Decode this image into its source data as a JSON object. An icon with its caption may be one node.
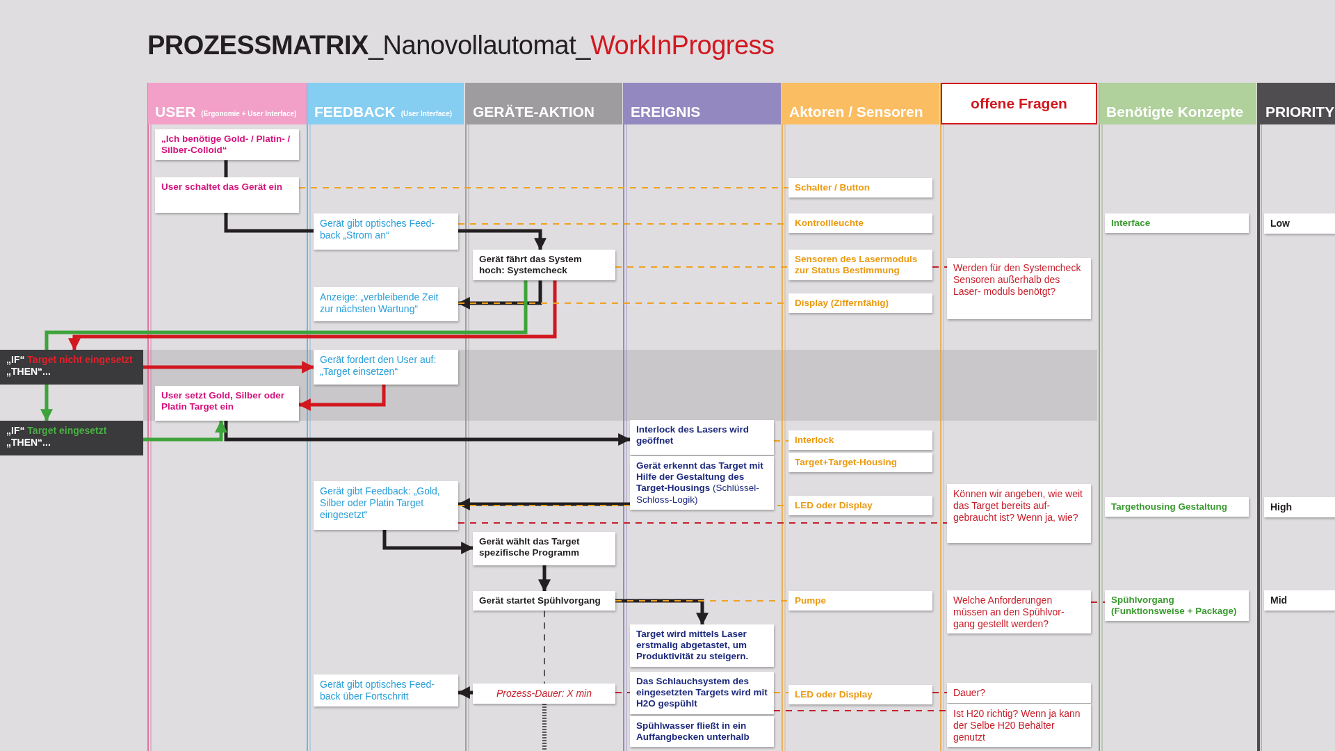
{
  "diagram": {
    "title": "**PROZESSMATRIX**_Nanovollautomat_WorkInProgress",
    "nodes": [
      {
        "text": [
          "USER",
          "(Ergonomie + User Interface)"
        ]
      },
      {
        "text": [
          "FEEDBACK",
          "(User Interface)"
        ]
      },
      {
        "text": [
          "GERÄTE-AKTION"
        ]
      },
      {
        "text": [
          "EREIGNIS"
        ]
      },
      {
        "text": [
          "Aktoren / Sensoren"
        ]
      },
      {
        "text": [
          "offene Fragen"
        ]
      },
      {
        "text": [
          "Benötigte Konzepte"
        ]
      },
      {
        "text": [
          "PRIORITY"
        ]
      },
      {
        "text": [
          "„Ich benötige Gold- / Platin- / Silber-Colloid“"
        ]
      },
      {
        "text": [
          "User schaltet das Gerät ein"
        ]
      },
      {
        "text": [
          "Gerät gibt optisches Feed- back „Strom an“"
        ]
      },
      {
        "text": [
          "Gerät fährt das System hoch: Systemcheck"
        ]
      },
      {
        "text": [
          "Anzeige: „verbleibende Zeit zur nächsten Wartung“"
        ]
      },
      {
        "text": [
          "Schalter / Button"
        ]
      },
      {
        "text": [
          "Kontrollleuchte"
        ]
      },
      {
        "text": [
          "Sensoren des Lasermoduls zur Status Bestimmung"
        ]
      },
      {
        "text": [
          "Display (Ziffernfähig)"
        ]
      },
      {
        "text": [
          "Werden für den Systemcheck Sensoren außerhalb des Laser- moduls benötgt?"
        ]
      },
      {
        "text": [
          "Interface"
        ]
      },
      {
        "text": [
          "Low"
        ]
      },
      {
        "text": [
          "„IF“",
          "Target nicht eingesetzt",
          "„THEN“..."
        ]
      },
      {
        "text": [
          "Gerät fordert den User auf: „Target einsetzen“"
        ]
      },
      {
        "text": [
          "User setzt Gold, Silber oder Platin Target ein"
        ]
      },
      {
        "text": [
          "„IF“",
          "Target eingesetzt",
          "„THEN“..."
        ]
      },
      {
        "text": [
          "Interlock des Lasers wird geöffnet"
        ]
      },
      {
        "text": [
          "**Gerät erkennt das Target mit Hilfe der Gestaltung des Target-Housings** (Schlüssel-Schloss-Logik)"
        ]
      },
      {
        "text": [
          "Interlock"
        ]
      },
      {
        "text": [
          "Target+Target-Housing"
        ]
      },
      {
        "text": [
          "Gerät gibt Feedback: „Gold, Silber oder Platin Target eingesetzt“"
        ]
      },
      {
        "text": [
          "LED oder Display"
        ]
      },
      {
        "text": [
          "Können wir angeben, wie weit das Target bereits auf- gebraucht ist? Wenn ja, wie?"
        ]
      },
      {
        "text": [
          "Targethousing Gestaltung"
        ]
      },
      {
        "text": [
          "High"
        ]
      },
      {
        "text": [
          "Gerät wählt das Target spezifische Programm"
        ]
      },
      {
        "text": [
          "Gerät startet Spühlvorgang"
        ]
      },
      {
        "text": [
          "Pumpe"
        ]
      },
      {
        "text": [
          "Welche Anforderungen müssen an den Spühlvor- gang gestellt werden?"
        ]
      },
      {
        "text": [
          "Spühlvorgang (Funktionsweise + Package)"
        ]
      },
      {
        "text": [
          "Mid"
        ]
      },
      {
        "text": [
          "Target wird mittels Laser erstmalig abgetastet, um Produktivität zu steigern."
        ]
      },
      {
        "text": [
          "Gerät gibt optisches Feed- back über Fortschritt"
        ]
      },
      {
        "text": [
          "Prozess-Dauer: X min"
        ]
      },
      {
        "text": [
          "Das Schlauchsystem des eingesetzten Targets wird mit H2O gespühlt"
        ]
      },
      {
        "text": [
          "LED oder Display"
        ]
      },
      {
        "text": [
          "Dauer?"
        ]
      },
      {
        "text": [
          "Ist H20 richtig? Wenn ja kann der Selbe H20 Behälter genutzt"
        ]
      },
      {
        "text": [
          "Spühlwasser fließt in ein Auffangbecken unterhalb"
        ]
      }
    ],
    "edges": [
      {
        "from": 8,
        "to": 9,
        "arrow": "none"
      },
      {
        "from": 9,
        "to": 10,
        "arrow": "none"
      },
      {
        "from": 10,
        "to": 11,
        "arrow": "to"
      },
      {
        "from": 11,
        "to": 12,
        "arrow": "to"
      },
      {
        "from": 11,
        "to": 20,
        "arrow": "to",
        "color": "#d2171e"
      },
      {
        "from": 11,
        "to": 20,
        "arrow": "none",
        "color": "#3ea33a"
      },
      {
        "from": 20,
        "to": 23,
        "arrow": "to",
        "color": "#3ea33a"
      },
      {
        "from": 20,
        "to": 21,
        "arrow": "to",
        "color": "#d2171e"
      },
      {
        "from": 21,
        "to": 22,
        "arrow": "to",
        "color": "#d2171e"
      },
      {
        "from": 22,
        "to": 24,
        "arrow": "to"
      },
      {
        "from": 23,
        "to": 22,
        "arrow": "to",
        "color": "#3ea33a"
      },
      {
        "from": 25,
        "to": 28,
        "arrow": "to"
      },
      {
        "from": 28,
        "to": 33,
        "arrow": "to"
      },
      {
        "from": 33,
        "to": 34,
        "arrow": "to"
      },
      {
        "from": 34,
        "to": 39,
        "arrow": "to"
      },
      {
        "from": 41,
        "to": 40,
        "arrow": "to"
      },
      {
        "from": 9,
        "to": 13,
        "arrow": "none",
        "style": "dashed",
        "color": "#f0a21e"
      },
      {
        "from": 10,
        "to": 14,
        "arrow": "none",
        "style": "dashed",
        "color": "#f0a21e"
      },
      {
        "from": 11,
        "to": 15,
        "arrow": "none",
        "style": "dashed",
        "color": "#f0a21e"
      },
      {
        "from": 12,
        "to": 16,
        "arrow": "none",
        "style": "dashed",
        "color": "#f0a21e"
      },
      {
        "from": 24,
        "to": 26,
        "arrow": "none",
        "style": "dashed",
        "color": "#f0a21e"
      },
      {
        "from": 28,
        "to": 29,
        "arrow": "none",
        "style": "dashed",
        "color": "#f0a21e"
      },
      {
        "from": 34,
        "to": 35,
        "arrow": "none",
        "style": "dashed",
        "color": "#f0a21e"
      },
      {
        "from": 15,
        "to": 17,
        "arrow": "none",
        "style": "dashed",
        "color": "#c81e2a"
      },
      {
        "from": 28,
        "to": 30,
        "arrow": "none",
        "style": "dashed",
        "color": "#c81e2a"
      },
      {
        "from": 36,
        "to": 37,
        "arrow": "none",
        "style": "dashed",
        "color": "#c81e2a"
      },
      {
        "from": 43,
        "to": 44,
        "arrow": "none",
        "style": "dashed",
        "color": "#c81e2a"
      },
      {
        "from": 42,
        "to": 45,
        "arrow": "none",
        "style": "dashed",
        "color": "#c81e2a"
      },
      {
        "from": 41,
        "to": 42,
        "arrow": "none",
        "style": "dashed",
        "color": "#c81e2a"
      },
      {
        "from": 42,
        "to": 43,
        "arrow": "none",
        "style": "dashed",
        "color": "#f0a21e"
      },
      {
        "from": 34,
        "to": 41,
        "arrow": "none",
        "style": "dashed",
        "color": "#58565a"
      }
    ]
  }
}
